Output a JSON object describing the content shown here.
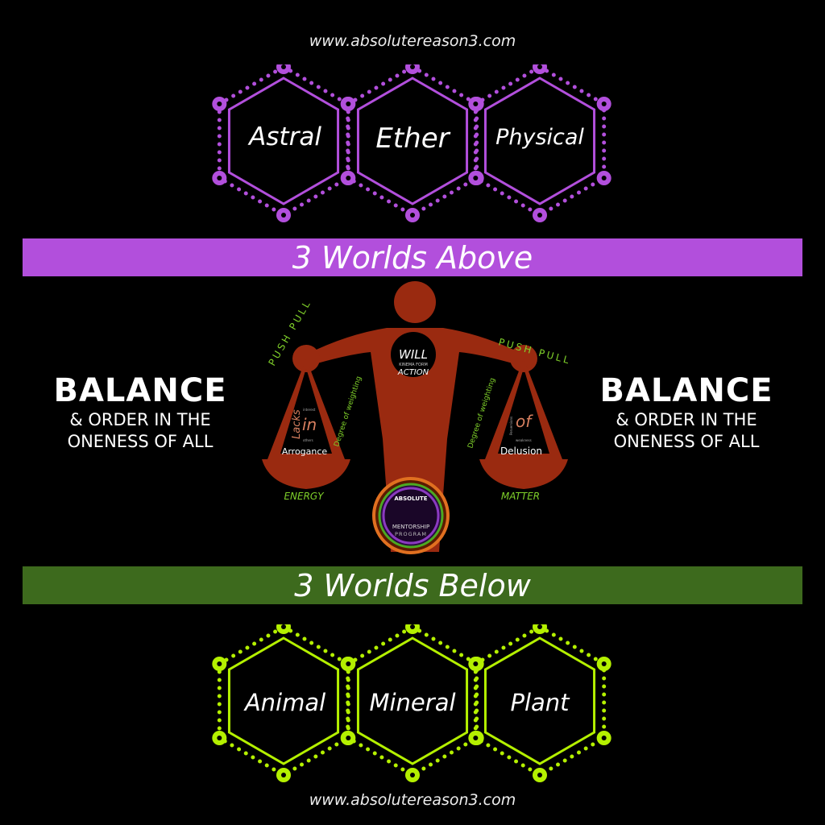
{
  "website": "www.absolutereason3.com",
  "above": {
    "banner": "3 Worlds Above",
    "worlds": [
      "Astral",
      "Ether",
      "Physical"
    ],
    "color": "#b24fdc"
  },
  "below": {
    "banner": "3 Worlds Below",
    "worlds": [
      "Animal",
      "Mineral",
      "Plant"
    ],
    "color": "#b4f000"
  },
  "balance": {
    "title": "BALANCE",
    "line1": "& ORDER IN THE",
    "line2": "ONENESS OF ALL"
  },
  "scale": {
    "center_title": "WILL",
    "center_small": "KINEMA FORM",
    "center_action": "ACTION",
    "push_pull": "PUSH PULL",
    "degree": "Degree of weighting",
    "left": {
      "big1": "Lacks",
      "big2": "in",
      "small1": "interest",
      "small2": "others",
      "label": "Arrogance",
      "base": "ENERGY"
    },
    "right": {
      "big": "of",
      "small1": "Perversions",
      "small2": "weakness",
      "label": "Delusion",
      "base": "MATTER"
    },
    "badge_brand": "ABSOLUTE",
    "badge_line1": "MENTORSHIP",
    "badge_line2": "PROGRAM"
  }
}
